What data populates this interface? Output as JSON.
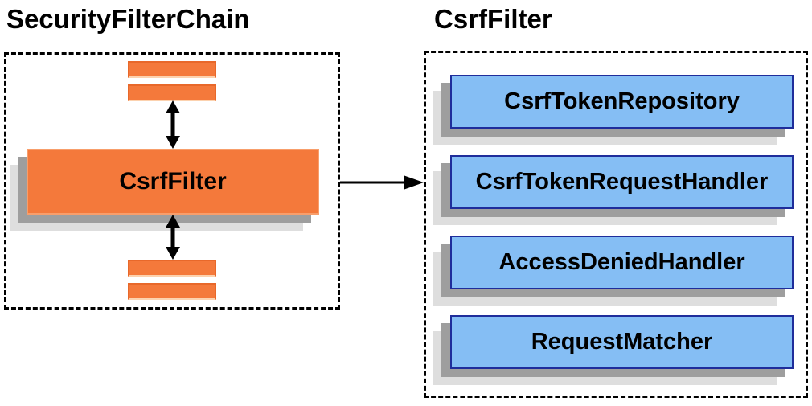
{
  "left_panel": {
    "title": "SecurityFilterChain",
    "filter_label": "CsrfFilter"
  },
  "right_panel": {
    "title": "CsrfFilter",
    "components": [
      {
        "label": "CsrfTokenRepository"
      },
      {
        "label": "CsrfTokenRequestHandler"
      },
      {
        "label": "AccessDeniedHandler"
      },
      {
        "label": "RequestMatcher"
      }
    ]
  },
  "colors": {
    "orange_fill": "#F4793B",
    "orange_border_light": "#F89E6B",
    "blue_fill": "#85BEF4",
    "blue_border": "#1F2D9B",
    "shadow_dark": "#9E9E9E",
    "shadow_light": "#DEDEDE",
    "arrow": "#000000"
  }
}
